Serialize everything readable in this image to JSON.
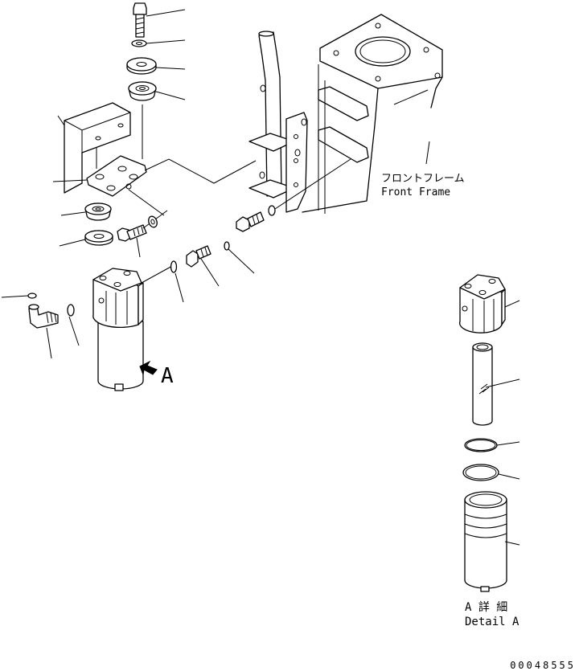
{
  "labels": {
    "front_frame_jp": "フロントフレーム",
    "front_frame_en": "Front Frame",
    "view_arrow": "A",
    "detail_jp": "A 詳 細",
    "detail_en": "Detail A",
    "drawing_number": "00048555"
  }
}
